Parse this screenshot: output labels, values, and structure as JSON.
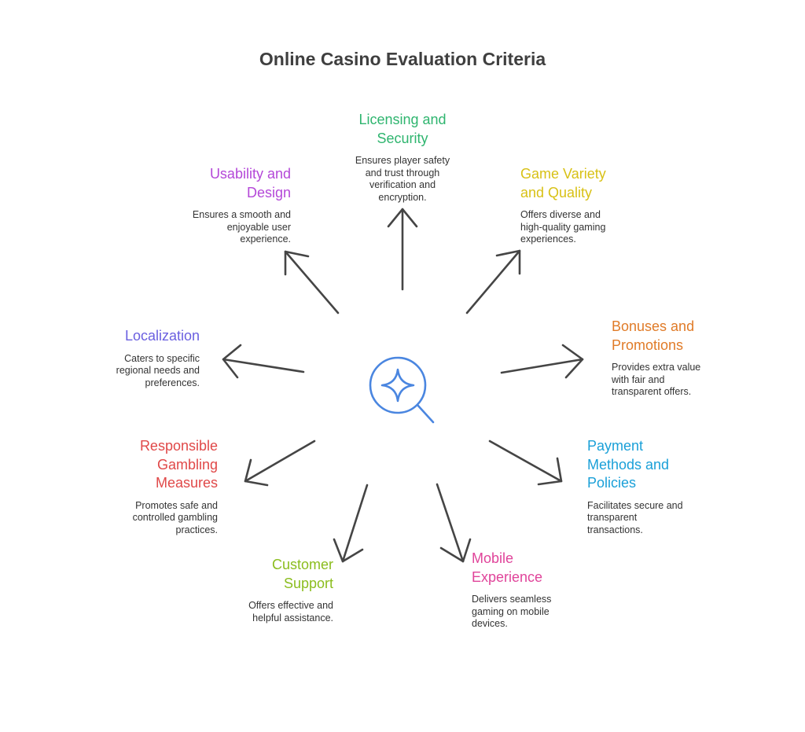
{
  "title": "Online Casino Evaluation Criteria",
  "center_icon": "magnifier-sparkle-icon",
  "colors": {
    "arrow": "#454545",
    "center_icon": "#4a86e0",
    "licensing": "#2fb56f",
    "usability": "#b448d8",
    "game_variety": "#d8c116",
    "localization": "#6a5fe0",
    "bonuses": "#e07b28",
    "responsible": "#e04848",
    "payment": "#1aa0d8",
    "customer_support": "#8bbd1e",
    "mobile": "#e0449a"
  },
  "criteria": {
    "licensing": {
      "title_lines": [
        "Licensing and",
        "Security"
      ],
      "desc_lines": [
        "Ensures player safety",
        "and trust through",
        "verification and",
        "encryption."
      ]
    },
    "usability": {
      "title_lines": [
        "Usability and",
        "Design"
      ],
      "desc_lines": [
        "Ensures a smooth and",
        "enjoyable user",
        "experience."
      ]
    },
    "game_variety": {
      "title_lines": [
        "Game Variety",
        "and Quality"
      ],
      "desc_lines": [
        "Offers diverse and",
        "high-quality gaming",
        "experiences."
      ]
    },
    "localization": {
      "title_lines": [
        "Localization"
      ],
      "desc_lines": [
        "Caters to specific",
        "regional needs and",
        "preferences."
      ]
    },
    "bonuses": {
      "title_lines": [
        "Bonuses and",
        "Promotions"
      ],
      "desc_lines": [
        "Provides extra value",
        "with fair and",
        "transparent offers."
      ]
    },
    "responsible": {
      "title_lines": [
        "Responsible",
        "Gambling",
        "Measures"
      ],
      "desc_lines": [
        "Promotes safe and",
        "controlled gambling",
        "practices."
      ]
    },
    "payment": {
      "title_lines": [
        "Payment",
        "Methods and",
        "Policies"
      ],
      "desc_lines": [
        "Facilitates secure and",
        "transparent",
        "transactions."
      ]
    },
    "customer_support": {
      "title_lines": [
        "Customer",
        "Support"
      ],
      "desc_lines": [
        "Offers effective and",
        "helpful assistance."
      ]
    },
    "mobile": {
      "title_lines": [
        "Mobile",
        "Experience"
      ],
      "desc_lines": [
        "Delivers seamless",
        "gaming on mobile",
        "devices."
      ]
    }
  }
}
